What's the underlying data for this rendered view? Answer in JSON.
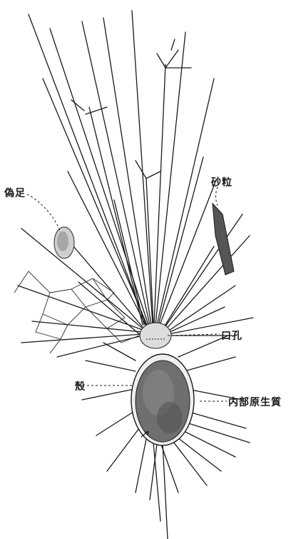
{
  "figure": {
    "labels": {
      "pseudopod": "偽足",
      "sand_grain": "砂粒",
      "aperture": "口孔",
      "shell": "殼",
      "inner_protoplasm": "内部原生質"
    },
    "colors": {
      "ink": "#1a1a1a",
      "stipple": "#4a4a4a",
      "paper": "#ffffff"
    }
  }
}
